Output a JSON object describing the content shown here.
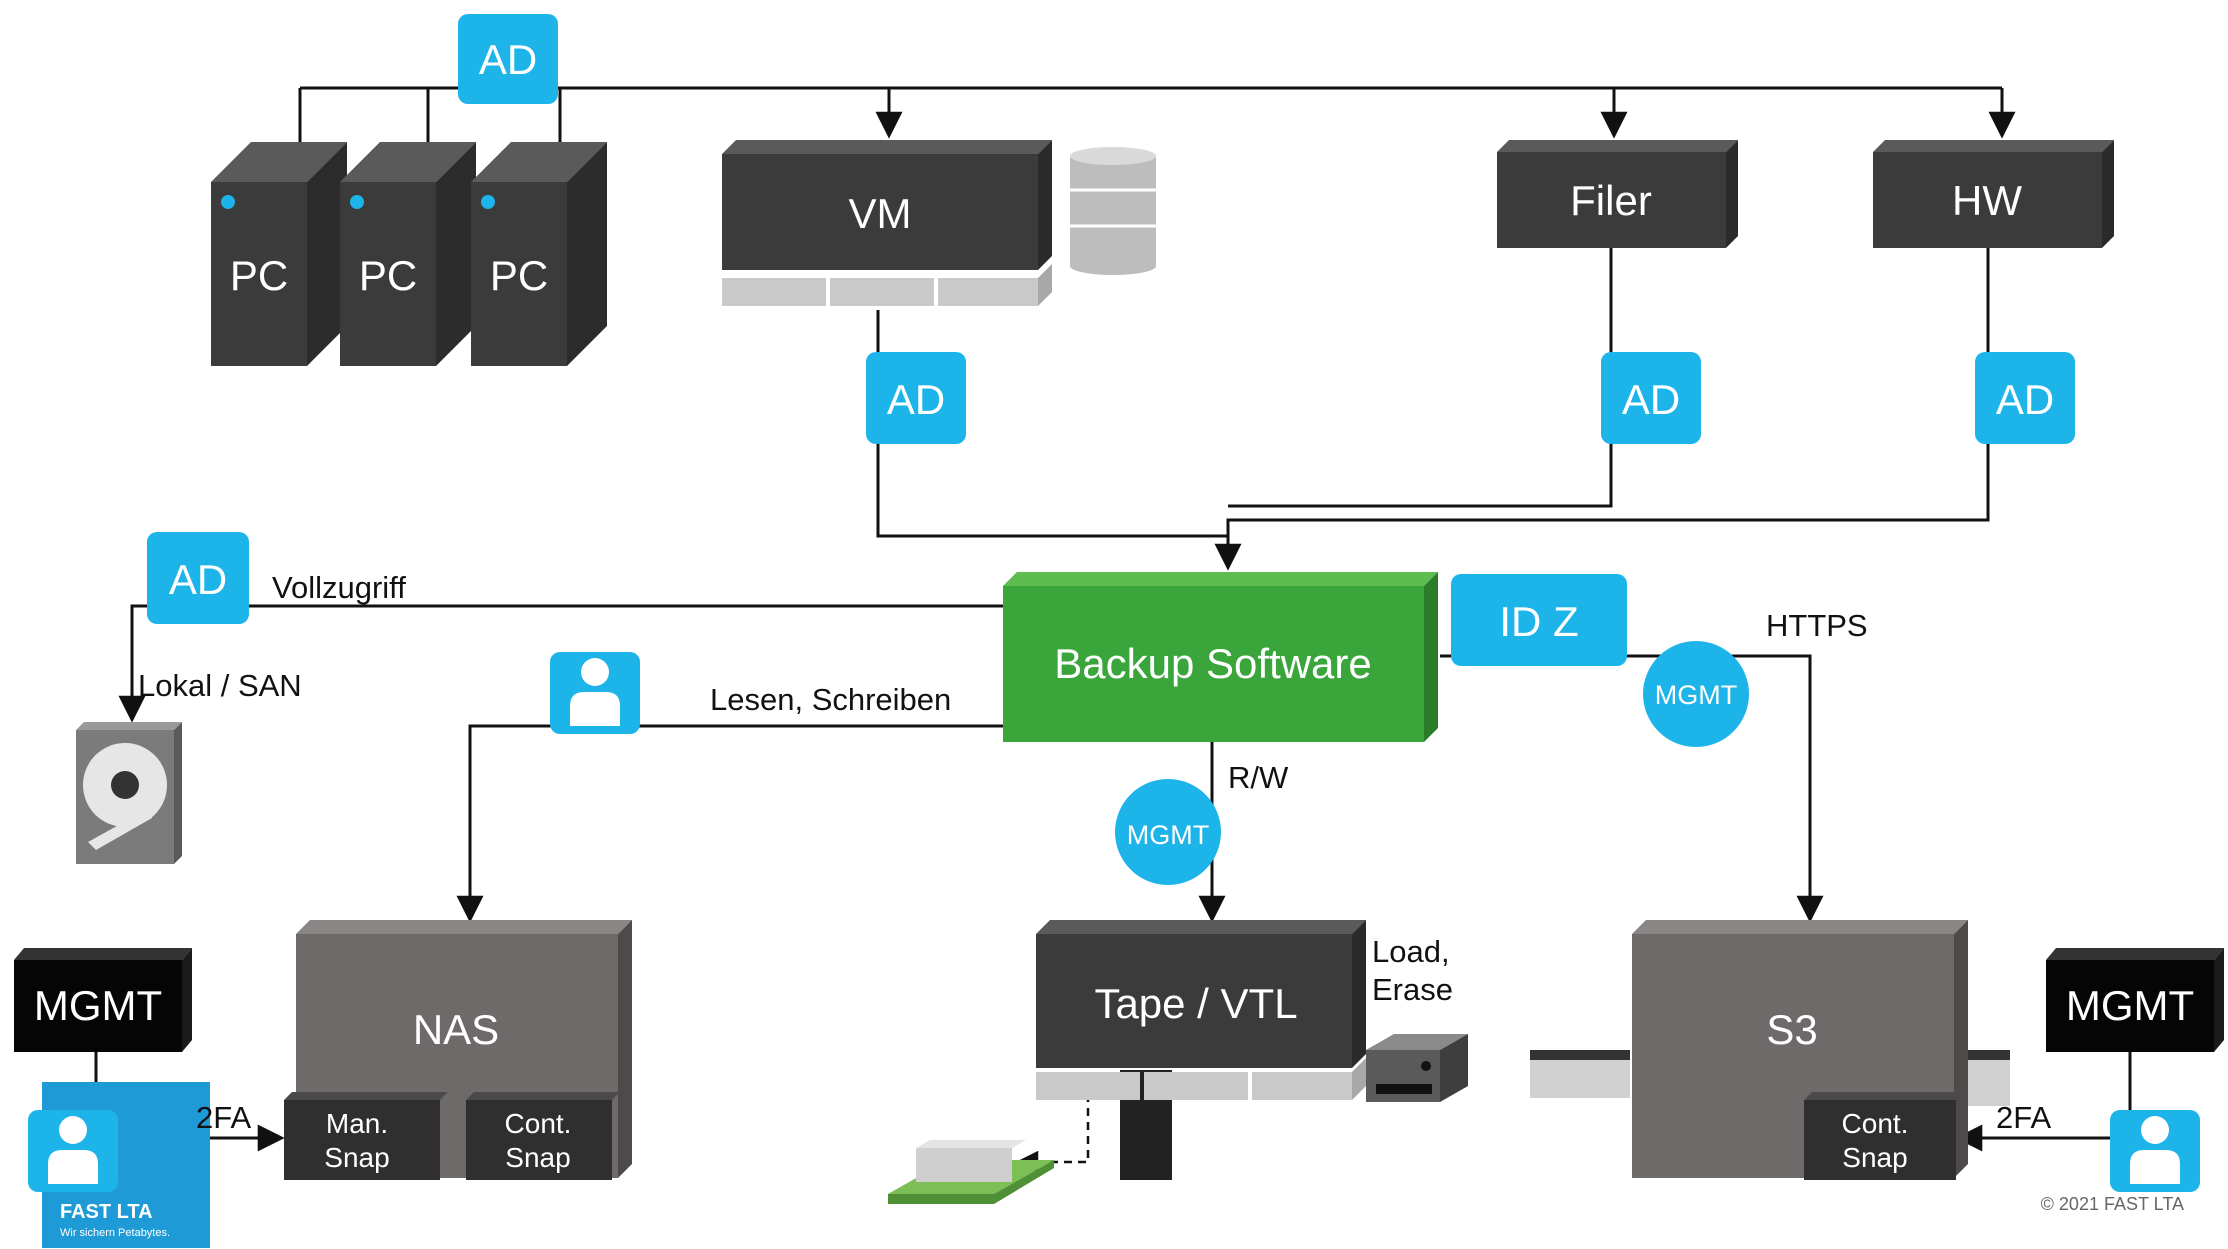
{
  "nodes": {
    "ad_top": "AD",
    "pc": [
      "PC",
      "PC",
      "PC"
    ],
    "vm": "VM",
    "filer": "Filer",
    "hw": "HW",
    "ad_vm": "AD",
    "ad_filer": "AD",
    "ad_hw": "AD",
    "ad_left": "AD",
    "backup": "Backup Software",
    "idz": "ID Z",
    "mgmt_circle_s3": "MGMT",
    "mgmt_circle_tape": "MGMT",
    "nas": "NAS",
    "nas_man_snap": [
      "Man.",
      "Snap"
    ],
    "nas_cont_snap": [
      "Cont.",
      "Snap"
    ],
    "tape": "Tape / VTL",
    "s3": "S3",
    "s3_cont_snap": [
      "Cont.",
      "Snap"
    ],
    "mgmt_left": "MGMT",
    "mgmt_right": "MGMT",
    "fast_logo": "FAST LTA",
    "fast_tagline": "Wir sichern Petabytes."
  },
  "edge_labels": {
    "vollzugriff": "Vollzugriff",
    "lokal_san": "Lokal / SAN",
    "lesen_schreiben": "Lesen, Schreiben",
    "https": "HTTPS",
    "rw": "R/W",
    "load_erase": [
      "Load,",
      "Erase"
    ],
    "twofa_left": "2FA",
    "twofa_right": "2FA"
  },
  "copyright": "© 2021 FAST LTA",
  "colors": {
    "ad_blue": "#1db4ea",
    "dark_box": "#3b3b3b",
    "grey_box": "#6e6a6a",
    "backup_green": "#3aa53a",
    "black_box": "#050505"
  }
}
